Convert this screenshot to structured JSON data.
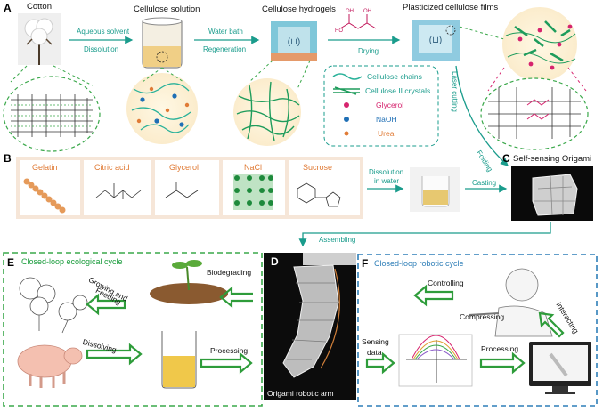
{
  "panels": {
    "a": "A",
    "b": "B",
    "c": "C",
    "d": "D",
    "e": "E",
    "f": "F"
  },
  "row_a": {
    "cotton": "Cotton",
    "cellulose_solution": "Cellulose solution",
    "cellulose_hydrogels": "Cellulose hydrogels",
    "plasticized_films": "Plasticized cellulose films",
    "aqueous_solvent": "Aqueous solvent",
    "dissolution": "Dissolution",
    "water_bath": "Water bath",
    "regeneration": "Regeneration",
    "drying": "Drying",
    "laser_cutting": "Laser cutting",
    "folding": "Folding",
    "casting": "Casting"
  },
  "legend": {
    "chains": "Cellulose chains",
    "crystals": "Cellulose II crystals",
    "glycerol": "Glycerol",
    "naoh": "NaOH",
    "urea": "Urea"
  },
  "row_b": {
    "ingredients": [
      "Gelatin",
      "Citric acid",
      "Glycerol",
      "NaCl",
      "Sucrose"
    ],
    "dissolution_in_water_1": "Dissolution",
    "dissolution_in_water_2": "in water"
  },
  "panel_c": {
    "title": "Self-sensing Origami"
  },
  "assembling": "Assembling",
  "panel_e": {
    "title": "Closed-loop ecological cycle",
    "growing_1": "Growing and",
    "growing_2": "Feeding",
    "biodegrading": "Biodegrading",
    "dissolving": "Dissolving",
    "processing": "Processing"
  },
  "panel_d": {
    "caption": "Origami robotic arm"
  },
  "panel_f": {
    "title": "Closed-loop robotic cycle",
    "controlling": "Controlling",
    "compressing": "Compressing",
    "interacting": "Interacting",
    "sensing_1": "Sensing",
    "sensing_2": "data",
    "processing": "Processing"
  },
  "colors": {
    "teal": "#1a9c8c",
    "green": "#1a9c3c",
    "glycerol": "#d6246e",
    "naoh": "#1f6fb5",
    "urea": "#e07b36",
    "beige_panel": "#f6e6d8",
    "e_border": "#3aa84a",
    "f_border": "#2f7fb8"
  }
}
